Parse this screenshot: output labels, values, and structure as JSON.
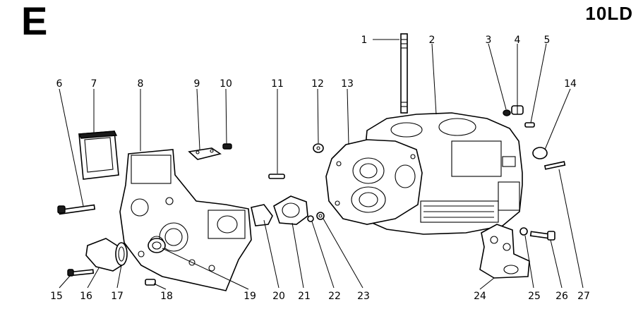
{
  "header": {
    "section_letter": "E",
    "model_code": "10LD"
  },
  "callouts": [
    "1",
    "2",
    "3",
    "4",
    "5",
    "6",
    "7",
    "8",
    "9",
    "10",
    "11",
    "12",
    "13",
    "14",
    "15",
    "16",
    "17",
    "18",
    "19",
    "20",
    "21",
    "22",
    "23",
    "24",
    "25",
    "26",
    "27"
  ]
}
